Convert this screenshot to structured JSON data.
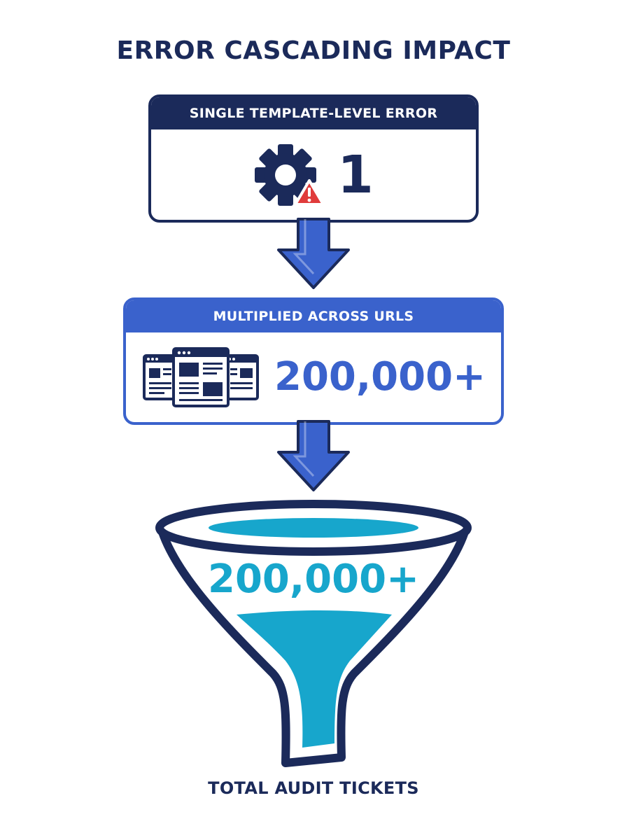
{
  "title": "ERROR CASCADING IMPACT",
  "colors": {
    "navy": "#1b2a5a",
    "blue": "#3a62cc",
    "cyan": "#17a6cc",
    "alert": "#e03b3b"
  },
  "step1": {
    "header": "SINGLE TEMPLATE-LEVEL ERROR",
    "value": "1",
    "icon": "gear-warning-icon"
  },
  "step2": {
    "header": "MULTIPLIED ACROSS URLS",
    "value": "200,000+",
    "icon": "web-pages-icon"
  },
  "step3": {
    "value": "200,000+",
    "label": "TOTAL AUDIT TICKETS",
    "icon": "funnel-icon"
  }
}
